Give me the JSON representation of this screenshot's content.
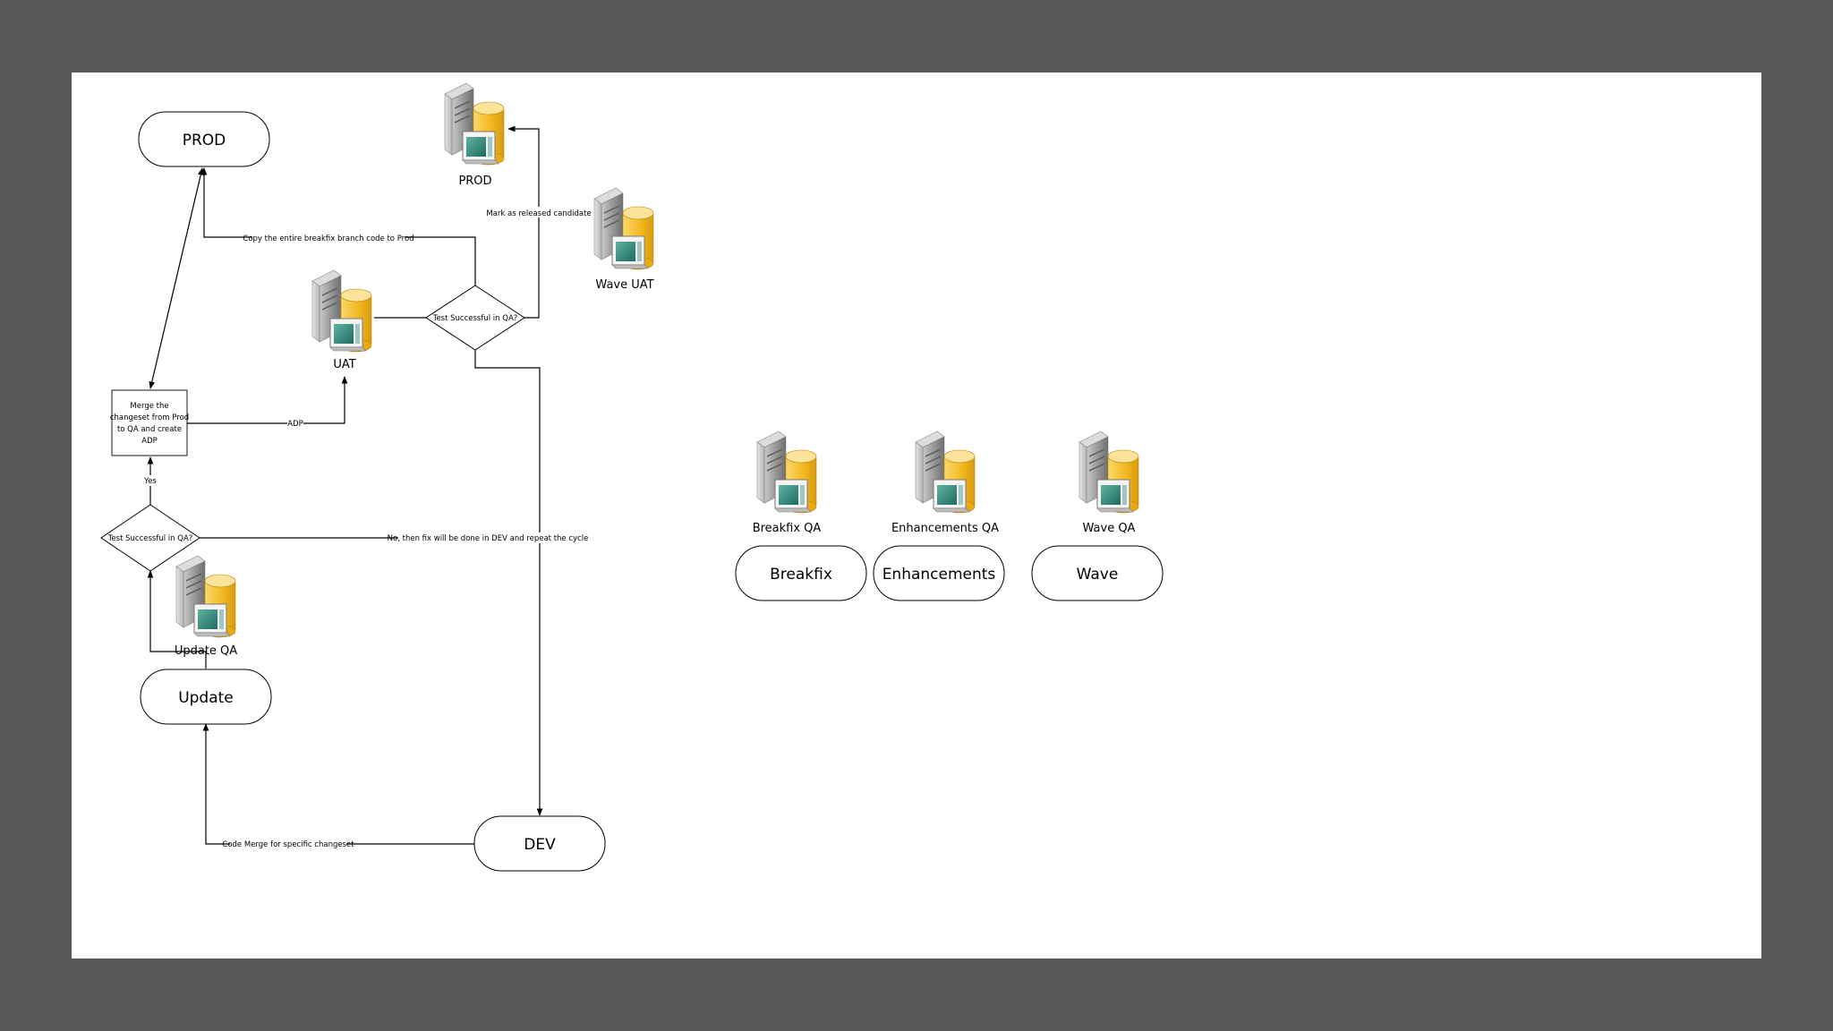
{
  "diagram": {
    "terminals": {
      "prod": "PROD",
      "update": "Update",
      "dev": "DEV",
      "breakfix": "Breakfix",
      "enhancements": "Enhancements",
      "wave": "Wave"
    },
    "decisions": {
      "qa_top": "Test Successful in QA?",
      "qa_bottom": "Test Successful in QA?"
    },
    "process": {
      "merge": [
        "Merge the",
        "changeset from Prod",
        "to QA and create",
        "ADP"
      ]
    },
    "servers": {
      "prod": "PROD",
      "wave_uat": "Wave UAT",
      "uat": "UAT",
      "update_qa": "Update QA",
      "breakfix_qa": "Breakfix QA",
      "enhancements_qa": "Enhancements QA",
      "wave_qa": "Wave QA"
    },
    "edges": {
      "copy_to_prod": "Copy the entire breakfix branch code to Prod",
      "mark_released": "Mark as released candidate",
      "adp": "ADP",
      "yes": "Yes",
      "no_fix": "No, then fix will be done in DEV and repeat the cycle",
      "code_merge": "Code Merge for specific changeset"
    }
  },
  "colors": {
    "background": "#575757",
    "canvas": "#ffffff",
    "line": "#000000",
    "server_gray": "#9a9a9a",
    "database_gold": "#f2b71e",
    "screen_teal": "#2f8a7c"
  }
}
